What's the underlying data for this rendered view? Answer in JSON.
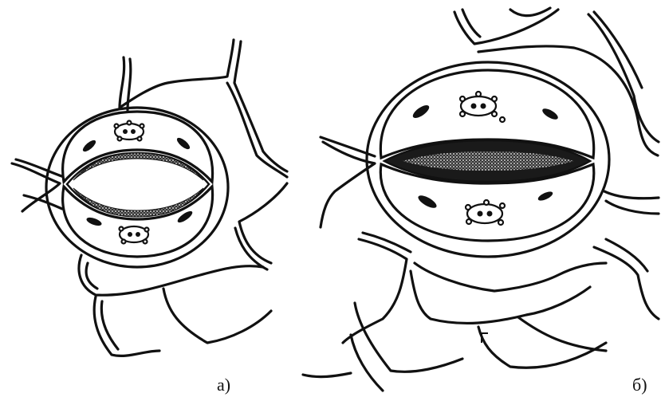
{
  "figure": {
    "panels": [
      {
        "id": "a",
        "label": "а)",
        "state": "open"
      },
      {
        "id": "b",
        "label": "б)",
        "state": "closed"
      }
    ],
    "ink_color": "#111111",
    "background": "#ffffff"
  }
}
